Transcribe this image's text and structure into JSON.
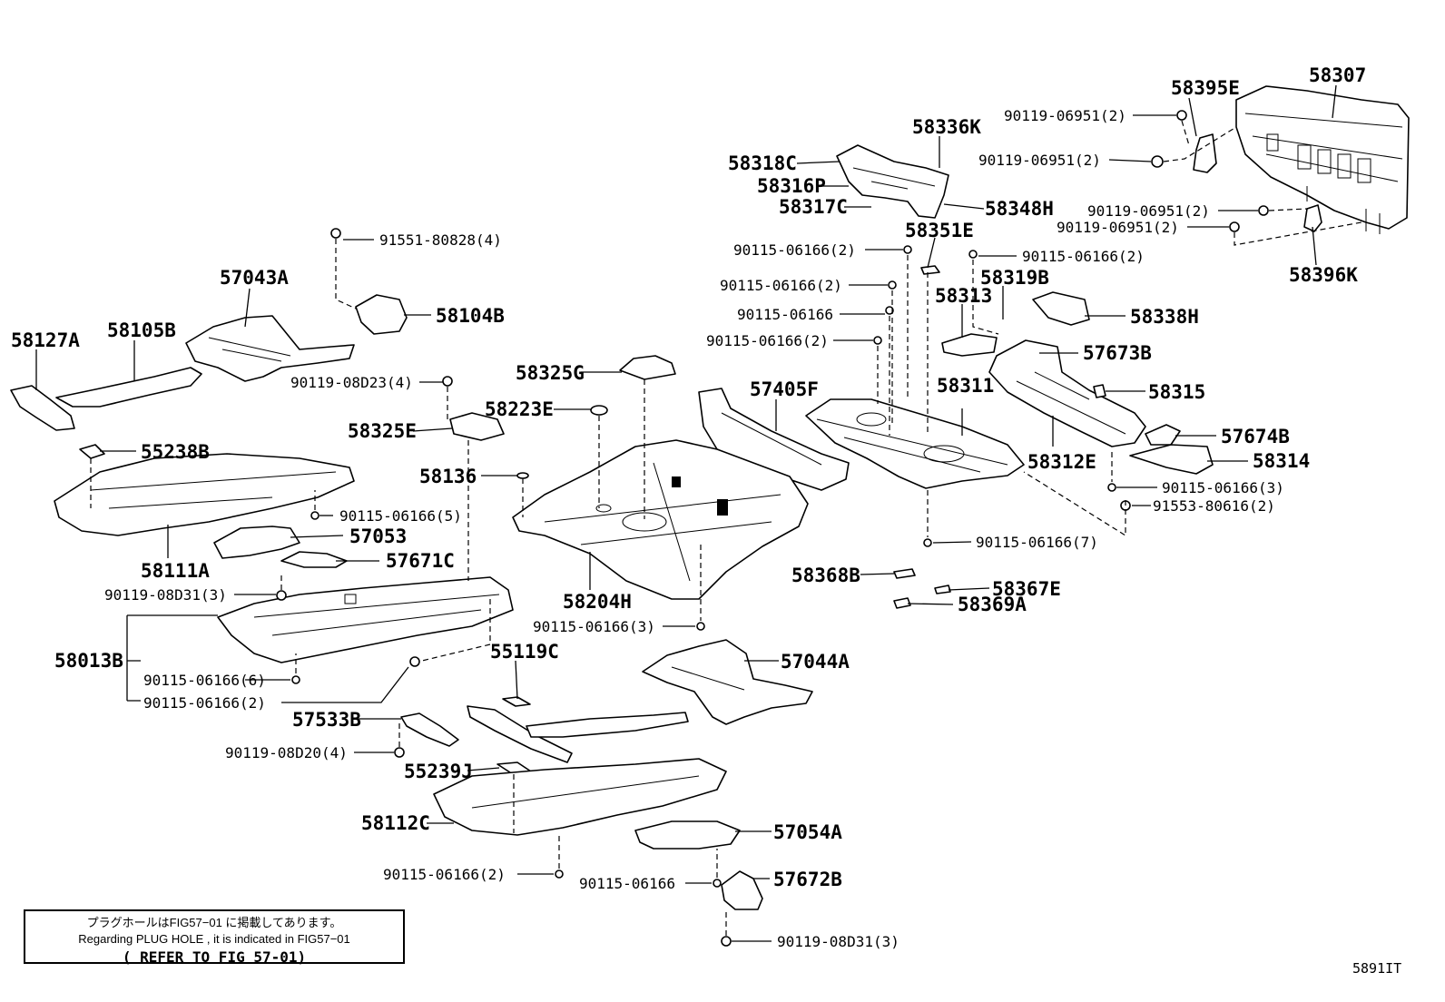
{
  "labels": {
    "p58307": "58307",
    "p58395E": "58395E",
    "p58396K": "58396K",
    "p58336K": "58336K",
    "p58318C": "58318C",
    "p58316P": "58316P",
    "p58317C": "58317C",
    "p58348H": "58348H",
    "p58351E": "58351E",
    "p58319B": "58319B",
    "p58313": "58313",
    "p58338H": "58338H",
    "p57673B": "57673B",
    "p58311": "58311",
    "p58315": "58315",
    "p58312E": "58312E",
    "p57674B": "57674B",
    "p58314": "58314",
    "p58368B": "58368B",
    "p58367E": "58367E",
    "p58369A": "58369A",
    "p58127A": "58127A",
    "p58105B": "58105B",
    "p57043A": "57043A",
    "p58104B": "58104B",
    "p58325G": "58325G",
    "p58223E": "58223E",
    "p58325E": "58325E",
    "p57405F": "57405F",
    "p58136": "58136",
    "p55238B": "55238B",
    "p58111A": "58111A",
    "p57053": "57053",
    "p57671C": "57671C",
    "p58204H": "58204H",
    "p58013B": "58013B",
    "p55119C": "55119C",
    "p57044A": "57044A",
    "p57533B": "57533B",
    "p55239J": "55239J",
    "p58112C": "58112C",
    "p57054A": "57054A",
    "p57672B": "57672B"
  },
  "fasteners": {
    "f1": "90119-06951(2)",
    "f2": "90119-06951(2)",
    "f3": "90119-06951(2)",
    "f4": "90119-06951(2)",
    "f5": "91551-80828(4)",
    "f6": "90115-06166(2)",
    "f7": "90115-06166(2)",
    "f8": "90115-06166(2)",
    "f9": "90115-06166",
    "f10": "90115-06166(2)",
    "f11": "90119-08D23(4)",
    "f12": "90115-06166(3)",
    "f13": "91553-80616(2)",
    "f14": "90115-06166(5)",
    "f15": "90115-06166(7)",
    "f16": "90119-08D31(3)",
    "f17": "90115-06166(3)",
    "f18": "90115-06166(6)",
    "f19": "90115-06166(2)",
    "f20": "90119-08D20(4)",
    "f21": "90115-06166(2)",
    "f22": "90115-06166",
    "f23": "90119-08D31(3)"
  },
  "note": {
    "line1": "プラグホールはFIG57−01 に掲載してあります。",
    "line2": "Regarding  PLUG HOLE , it is indicated  in  FIG57−01",
    "line3": "( REFER TO FIG 57-01)"
  },
  "figure_code": "5891IT"
}
